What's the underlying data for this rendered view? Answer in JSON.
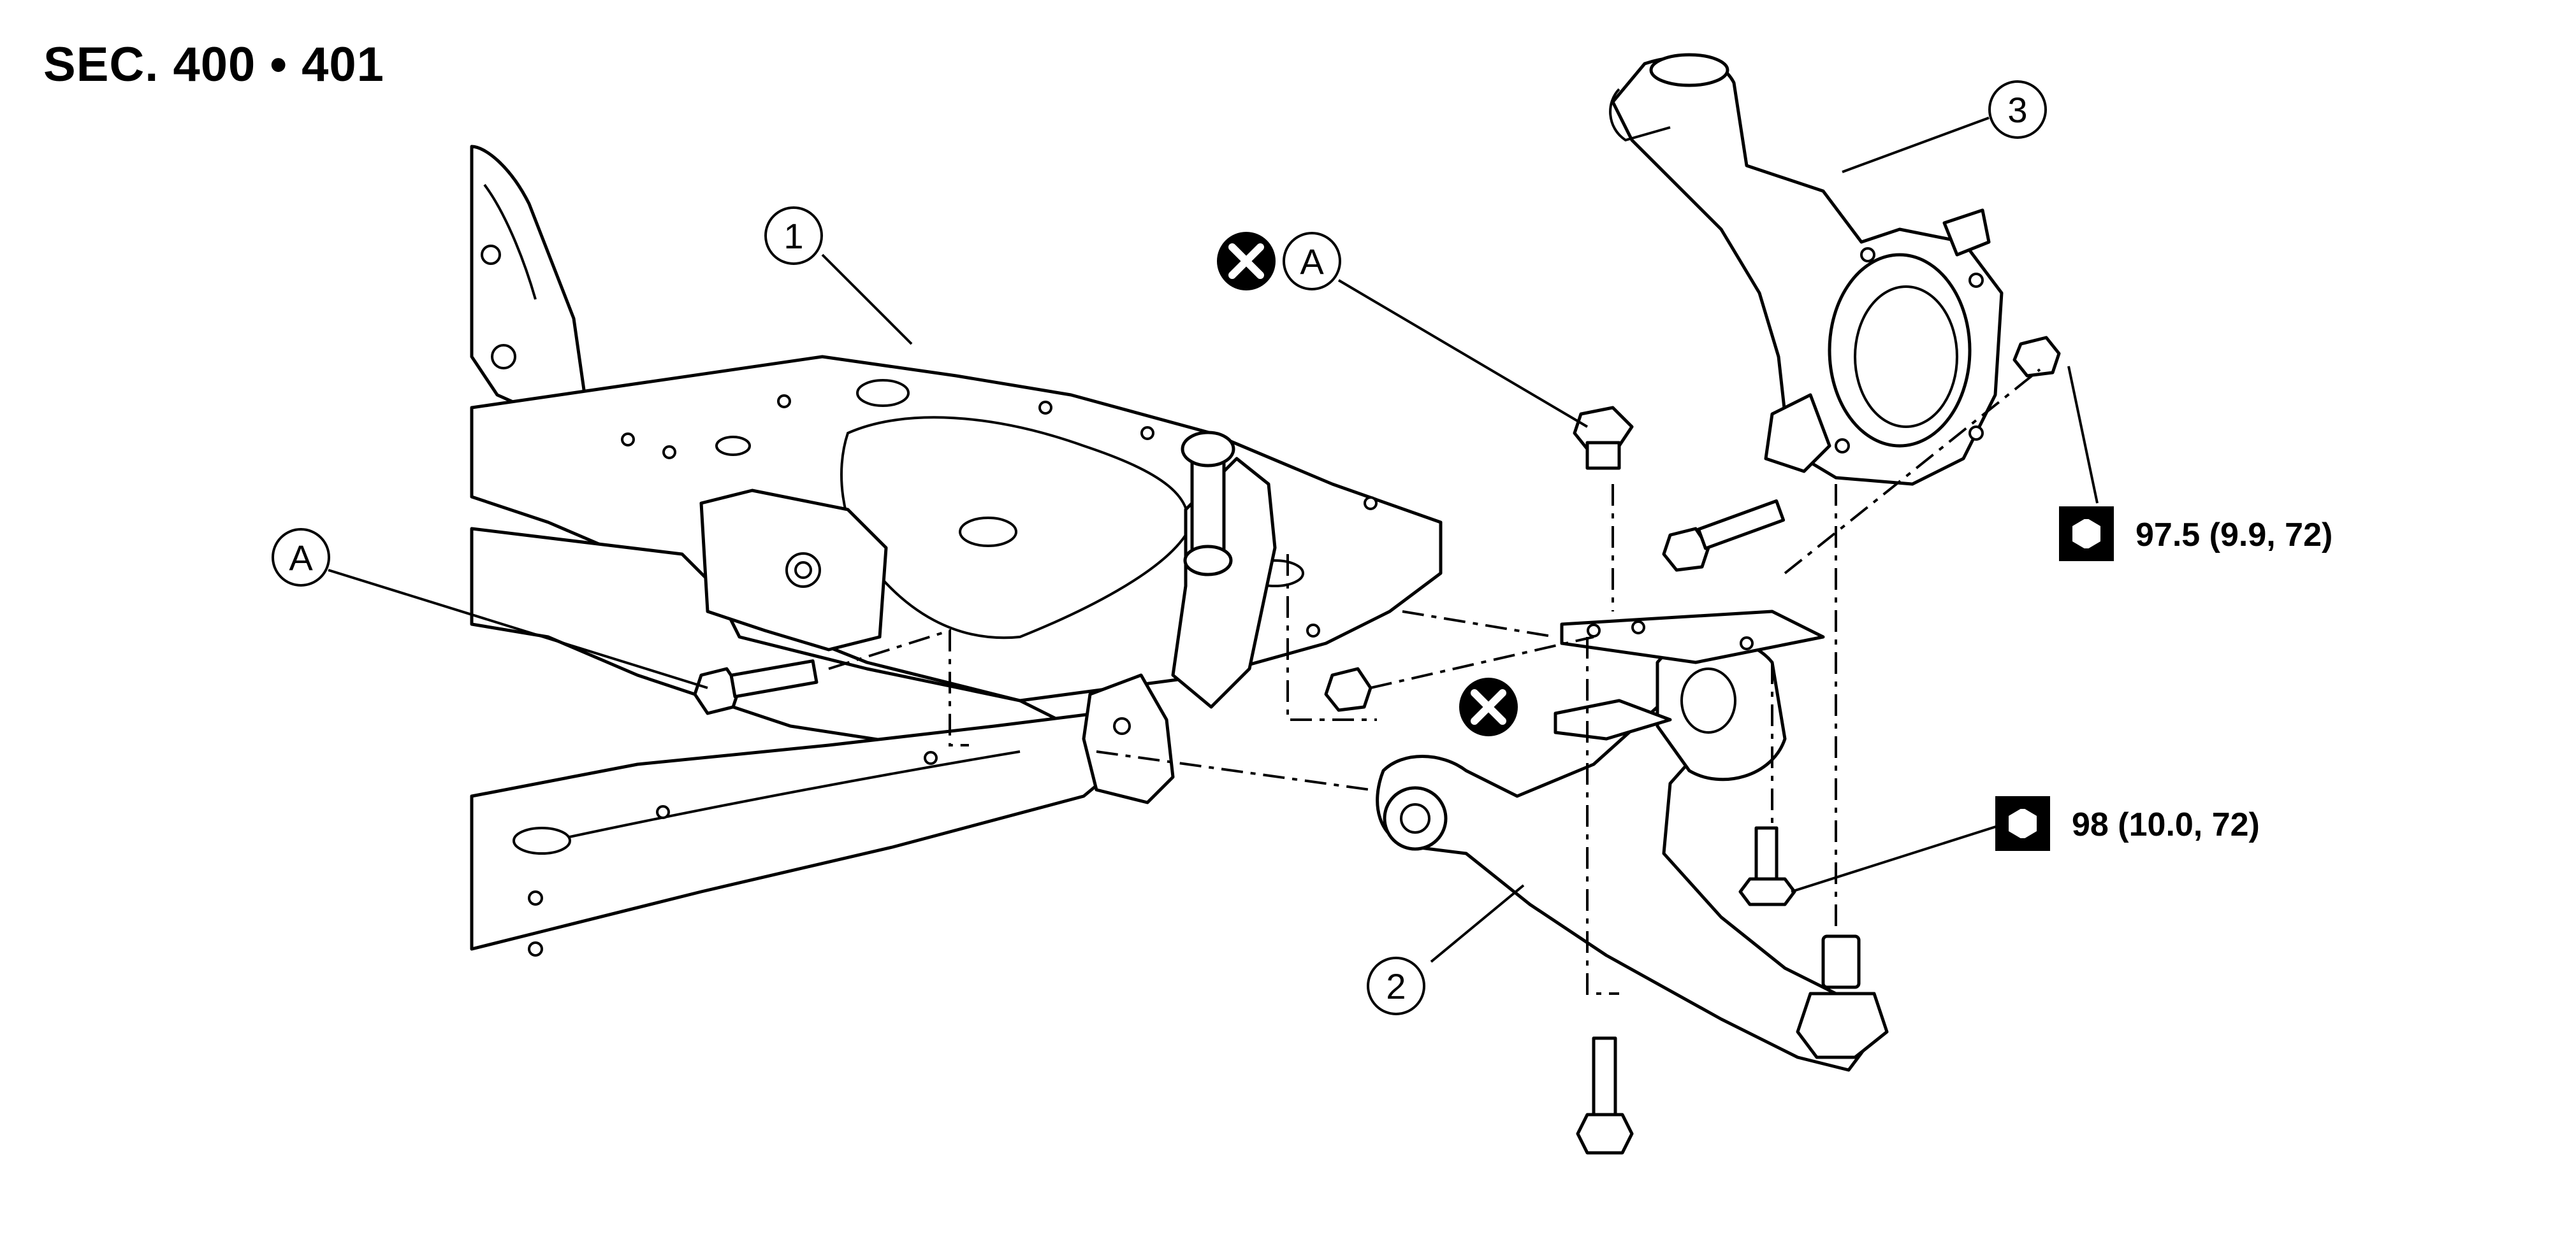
{
  "section_title": "SEC. 400 • 401",
  "callouts": {
    "part_1": "1",
    "part_2": "2",
    "part_3": "3",
    "ref_a_left": "A",
    "ref_a_top": "A"
  },
  "torque_specs": {
    "knuckle_nut": "97.5 (9.9, 72)",
    "ball_joint_bolt": "98 (10.0, 72)"
  },
  "icons": {
    "non_reusable": "x-circle-icon",
    "torque": "torque-wrench-icon"
  }
}
